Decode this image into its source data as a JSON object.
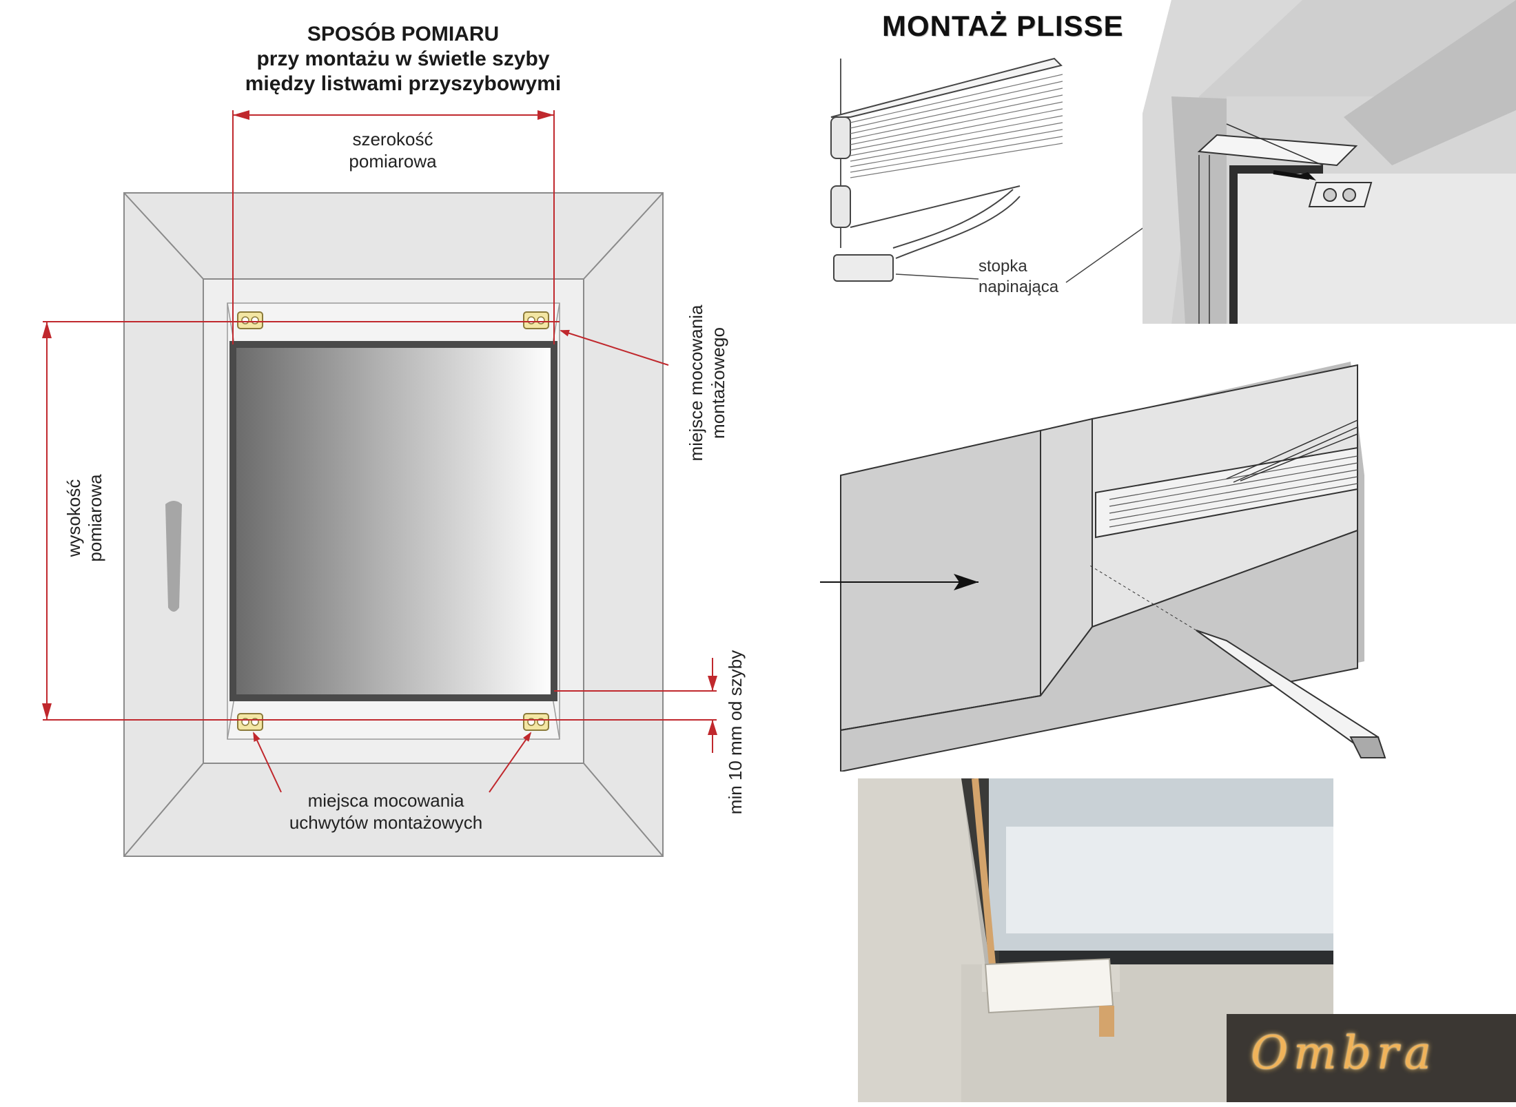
{
  "measure_diagram": {
    "title_lines": [
      "SPOSÓB POMIARU",
      "przy montażu w świetle szyby",
      "między listwami przyszybowymi"
    ],
    "width_label_lines": [
      "szerokość",
      "pomiarowa"
    ],
    "height_label_lines": [
      "wysokość",
      "pomiarowa"
    ],
    "bracket_place_lines": [
      "miejsce mocowania",
      "montażowego"
    ],
    "min_distance_label": "min 10 mm od szyby",
    "holder_places_lines": [
      "miejsca mocowania",
      "uchwytów montażowych"
    ]
  },
  "mount_panel": {
    "title": "MONTAŻ PLISSE",
    "callout_lines": [
      "stopka",
      "napinająca"
    ]
  },
  "logo": {
    "text": "Ombra"
  },
  "colors": {
    "dimension_line": "#c0282d",
    "frame": "#e6e6e6",
    "glass_dark": "#6e6e6e",
    "logo": "#f0b35a"
  }
}
